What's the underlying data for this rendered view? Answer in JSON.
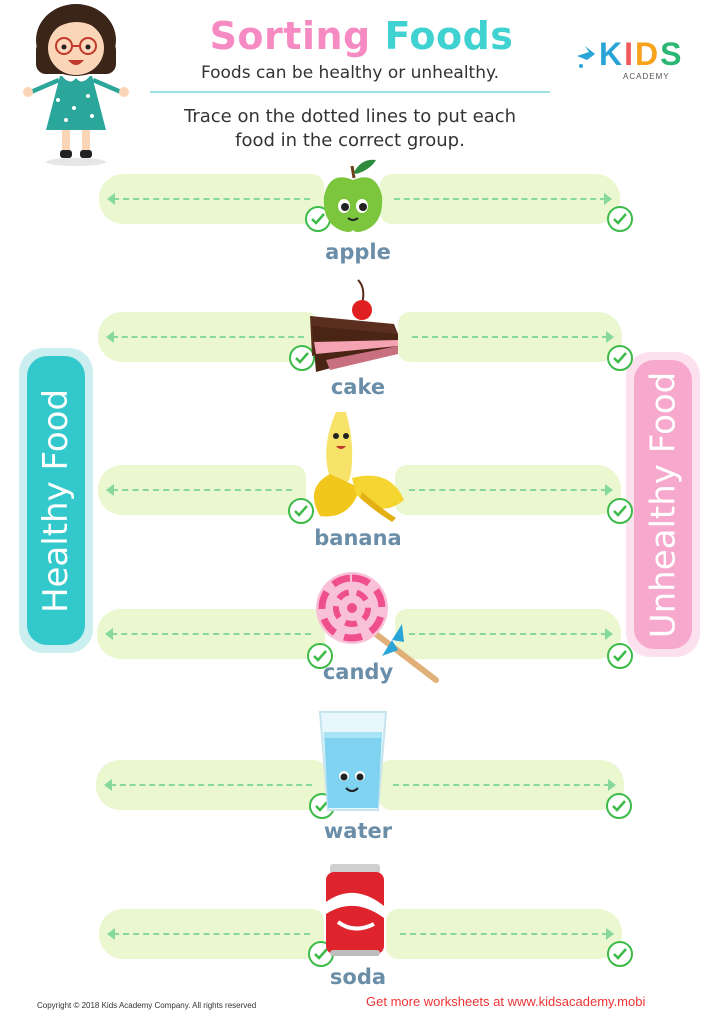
{
  "header": {
    "title_part1": "Sorting",
    "title_part2": "Foods",
    "subtitle": "Foods can be healthy or unhealthy.",
    "instruction_line1": "Trace on the dotted lines to put each",
    "instruction_line2": "food in the correct group."
  },
  "logo": {
    "letters": [
      "K",
      "I",
      "D",
      "S"
    ],
    "letter_colors": [
      "#2aa4d6",
      "#f05a5a",
      "#f7a21b",
      "#2bb673"
    ],
    "subtext": "ACADEMY"
  },
  "groups": {
    "healthy": "Healthy Food",
    "unhealthy": "Unhealthy Food",
    "healthy_color": "#33c9cc",
    "unhealthy_color": "#f7a8cd"
  },
  "foods": [
    {
      "label": "apple"
    },
    {
      "label": "cake"
    },
    {
      "label": "banana"
    },
    {
      "label": "candy"
    },
    {
      "label": "water"
    },
    {
      "label": "soda"
    }
  ],
  "footer": {
    "copyright": "Copyright © 2018 Kids Academy Company. All rights reserved",
    "link": "Get more worksheets at www.kidsacademy.mobi"
  }
}
